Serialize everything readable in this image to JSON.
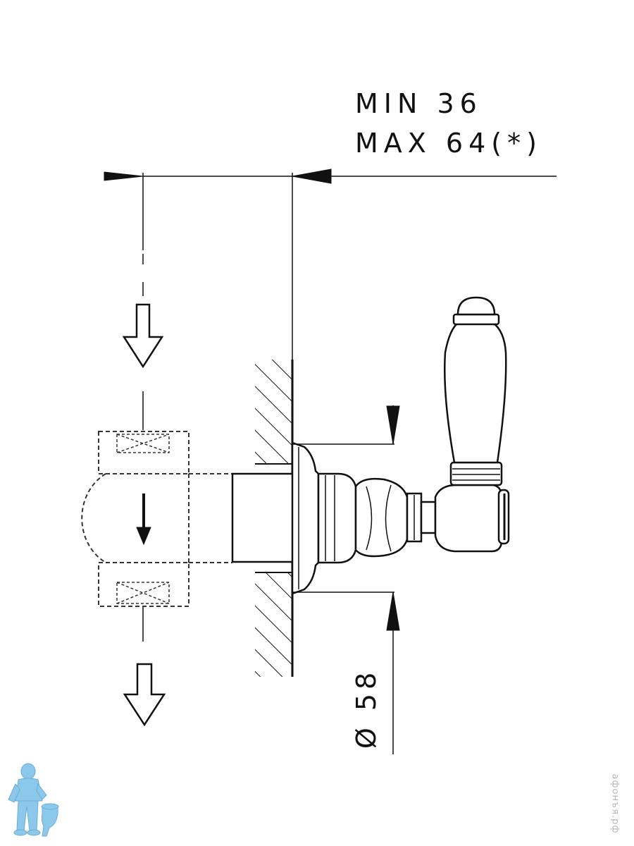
{
  "dimensions": {
    "depth_min": "MIN  36",
    "depth_max": "MAX  64(*)",
    "diameter": "Ø 58"
  },
  "watermark": {
    "text": "афонъя.рф"
  },
  "colors": {
    "line": "#111111",
    "dashed": "#333333",
    "watermark": "#b8b8b8",
    "mascot": "#8cc8ea"
  },
  "icons": {
    "flow_arrow": "down-arrow-icon",
    "valve_cross": "valve-cross-icon",
    "mascot": "plumber-mascot-icon"
  }
}
